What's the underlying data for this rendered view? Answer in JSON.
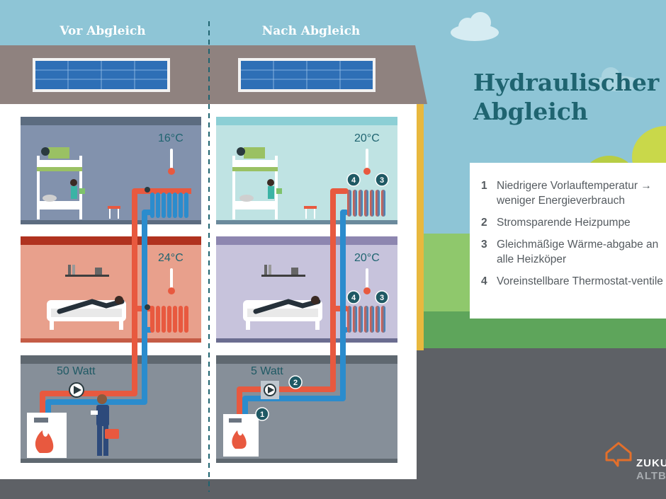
{
  "headers": {
    "before": "Vor Abgleich",
    "after": "Nach Abgleich"
  },
  "title": {
    "line1": "Hydraulischer",
    "line2": "Abgleich"
  },
  "legend": [
    {
      "num": "1",
      "text": "Niedrigere Vorlauftemperatur → weniger Energieverbrauch"
    },
    {
      "num": "2",
      "text": "Stromsparende Heizpumpe"
    },
    {
      "num": "3",
      "text": "Gleichmäßige Wärme-abgabe an alle Heizköper"
    },
    {
      "num": "4",
      "text": "Voreinstellbare Thermostat-ventile"
    }
  ],
  "before": {
    "top_temp": "16°C",
    "mid_temp": "24°C",
    "pump_power": "50 Watt"
  },
  "after": {
    "top_temp": "20°C",
    "mid_temp": "20°C",
    "pump_power": "5 Watt"
  },
  "badges": {
    "b1": "1",
    "b2": "2",
    "b3": "3",
    "b4": "4"
  },
  "logo": {
    "line1": "ZUKU",
    "line2": "ALTB"
  },
  "colors": {
    "sky": "#8ec5d6",
    "roof": "#8f827f",
    "title": "#1f6470",
    "flow_hot": "#e8593f",
    "flow_cold": "#2b8ccd",
    "room_cold": "#8292ad",
    "room_warm": "#e8a08c",
    "room_balanced_top": "#bfe3e3",
    "room_balanced_mid": "#c7c3dc",
    "basement": "#868f99",
    "accent_logo": "#e36f2b"
  }
}
